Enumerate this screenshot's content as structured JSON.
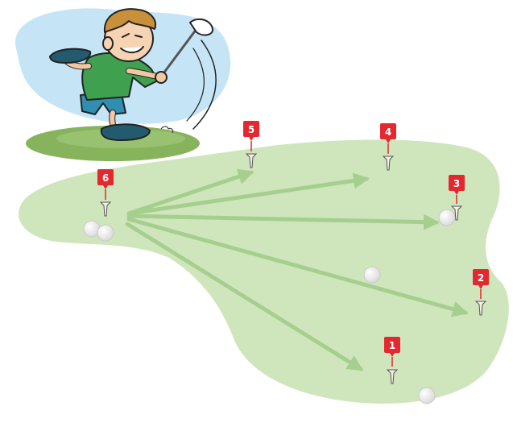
{
  "scene": {
    "colors": {
      "fairway": "#cfe6bd",
      "fairway_edge": "#b7d8a0",
      "arrow": "#a6cf8f",
      "grass_patch": "#7fae55",
      "sky": "#bfe2f5",
      "marker_red": "#e3282f",
      "ball": "#f7f7f7",
      "tee": "#f3f0e6"
    },
    "markers": [
      {
        "label": "1"
      },
      {
        "label": "2"
      },
      {
        "label": "3"
      },
      {
        "label": "4"
      },
      {
        "label": "5"
      },
      {
        "label": "6"
      }
    ]
  }
}
